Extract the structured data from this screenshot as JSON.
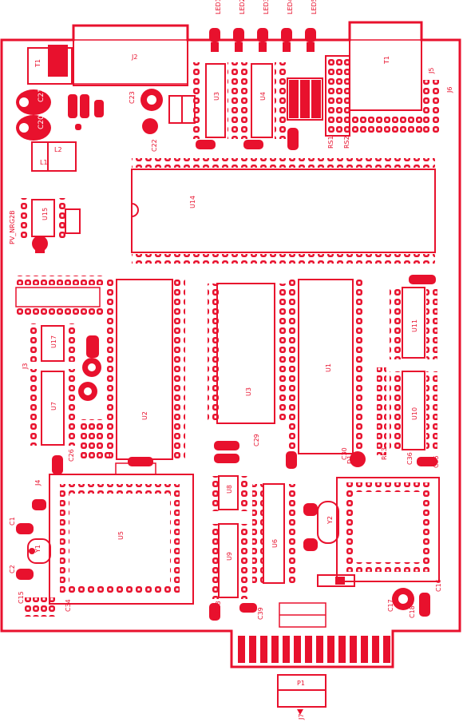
{
  "colors": {
    "copper": "#e8112d",
    "board": "#ffffff",
    "silk": "#ffffff"
  },
  "labels": {
    "t1_left": "T1",
    "t1_right": "T1",
    "j2": "J2",
    "led1": "LED1",
    "led2": "LED2",
    "led3": "LED3",
    "led4": "LED4",
    "led5": "LED5",
    "c21": "C21",
    "c20": "C20",
    "l1": "L1",
    "l2": "L2",
    "c23": "C23",
    "c22": "C22",
    "u3_top": "U3",
    "u4_top": "U4",
    "u14": "U14",
    "u15": "U15",
    "u17": "U17",
    "u7": "U7",
    "u2": "U2",
    "u3": "U3",
    "u1": "U1",
    "u11": "U11",
    "u10": "U10",
    "u5": "U5",
    "u6": "U6",
    "u8": "U8",
    "u9": "U9",
    "y1": "Y1",
    "y2": "Y2",
    "c1": "C1",
    "c2": "C2",
    "c15": "C15",
    "c34": "C34",
    "c26": "C26",
    "c35": "C35",
    "c29": "C29",
    "c33": "C33",
    "c30": "C30",
    "c36": "C36",
    "c16": "C16",
    "c17": "C17",
    "c18": "C18",
    "c39": "C39",
    "rs1": "RS1",
    "rs3": "RS3",
    "rs2": "RS2",
    "d1": "D1",
    "j3": "J3",
    "j4": "J4",
    "j5": "J5",
    "j6": "J6",
    "j7": "J7",
    "p1": "P1",
    "side_text": "PV_NRG2B"
  }
}
